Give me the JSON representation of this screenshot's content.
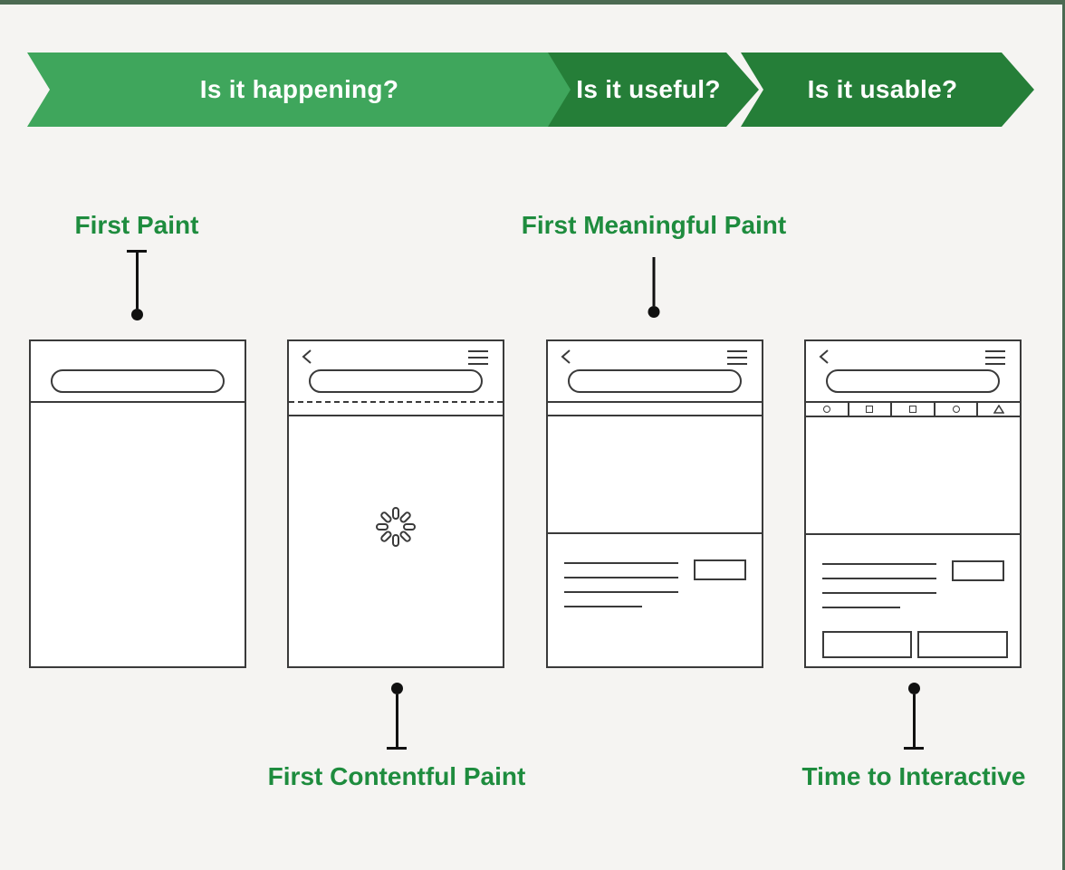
{
  "banner": {
    "segments": [
      {
        "id": "happening",
        "label": "Is it happening?",
        "color": "#3FA65C"
      },
      {
        "id": "useful",
        "label": "Is it useful?",
        "color": "#257E38"
      },
      {
        "id": "usable",
        "label": "Is it usable?",
        "color": "#257E38"
      }
    ],
    "text_color": "#FFFFFF"
  },
  "metric_labels": {
    "first_paint": "First Paint",
    "first_contentful_paint": "First Contentful Paint",
    "first_meaningful_paint": "First Meaningful Paint",
    "time_to_interactive": "Time to Interactive"
  },
  "colors": {
    "background": "#F5F4F2",
    "frame_edge": "#4C6A52",
    "chevron_light": "#3FA65C",
    "chevron_dark": "#257E38",
    "label_green": "#1E8C3E",
    "wireframe_stroke": "#3A3A3A",
    "connector_black": "#111111"
  },
  "phones": [
    {
      "name": "first-paint-phone",
      "header_icons": [],
      "strip": "none",
      "body": "blank"
    },
    {
      "name": "first-contentful-paint-phone",
      "header_icons": [
        "back-icon",
        "menu-icon"
      ],
      "strip": "empty-dashed-top",
      "body": "loading-spinner"
    },
    {
      "name": "first-meaningful-paint-phone",
      "header_icons": [
        "back-icon",
        "menu-icon"
      ],
      "strip": "empty",
      "body": "hero, text lines, small button"
    },
    {
      "name": "time-to-interactive-phone",
      "header_icons": [
        "back-icon",
        "menu-icon"
      ],
      "strip": "nav-icons",
      "nav_icons": [
        "circle-icon",
        "square-icon",
        "square-icon",
        "circle-icon",
        "triangle-icon"
      ],
      "body": "hero, text lines, small button, two wide buttons"
    }
  ]
}
